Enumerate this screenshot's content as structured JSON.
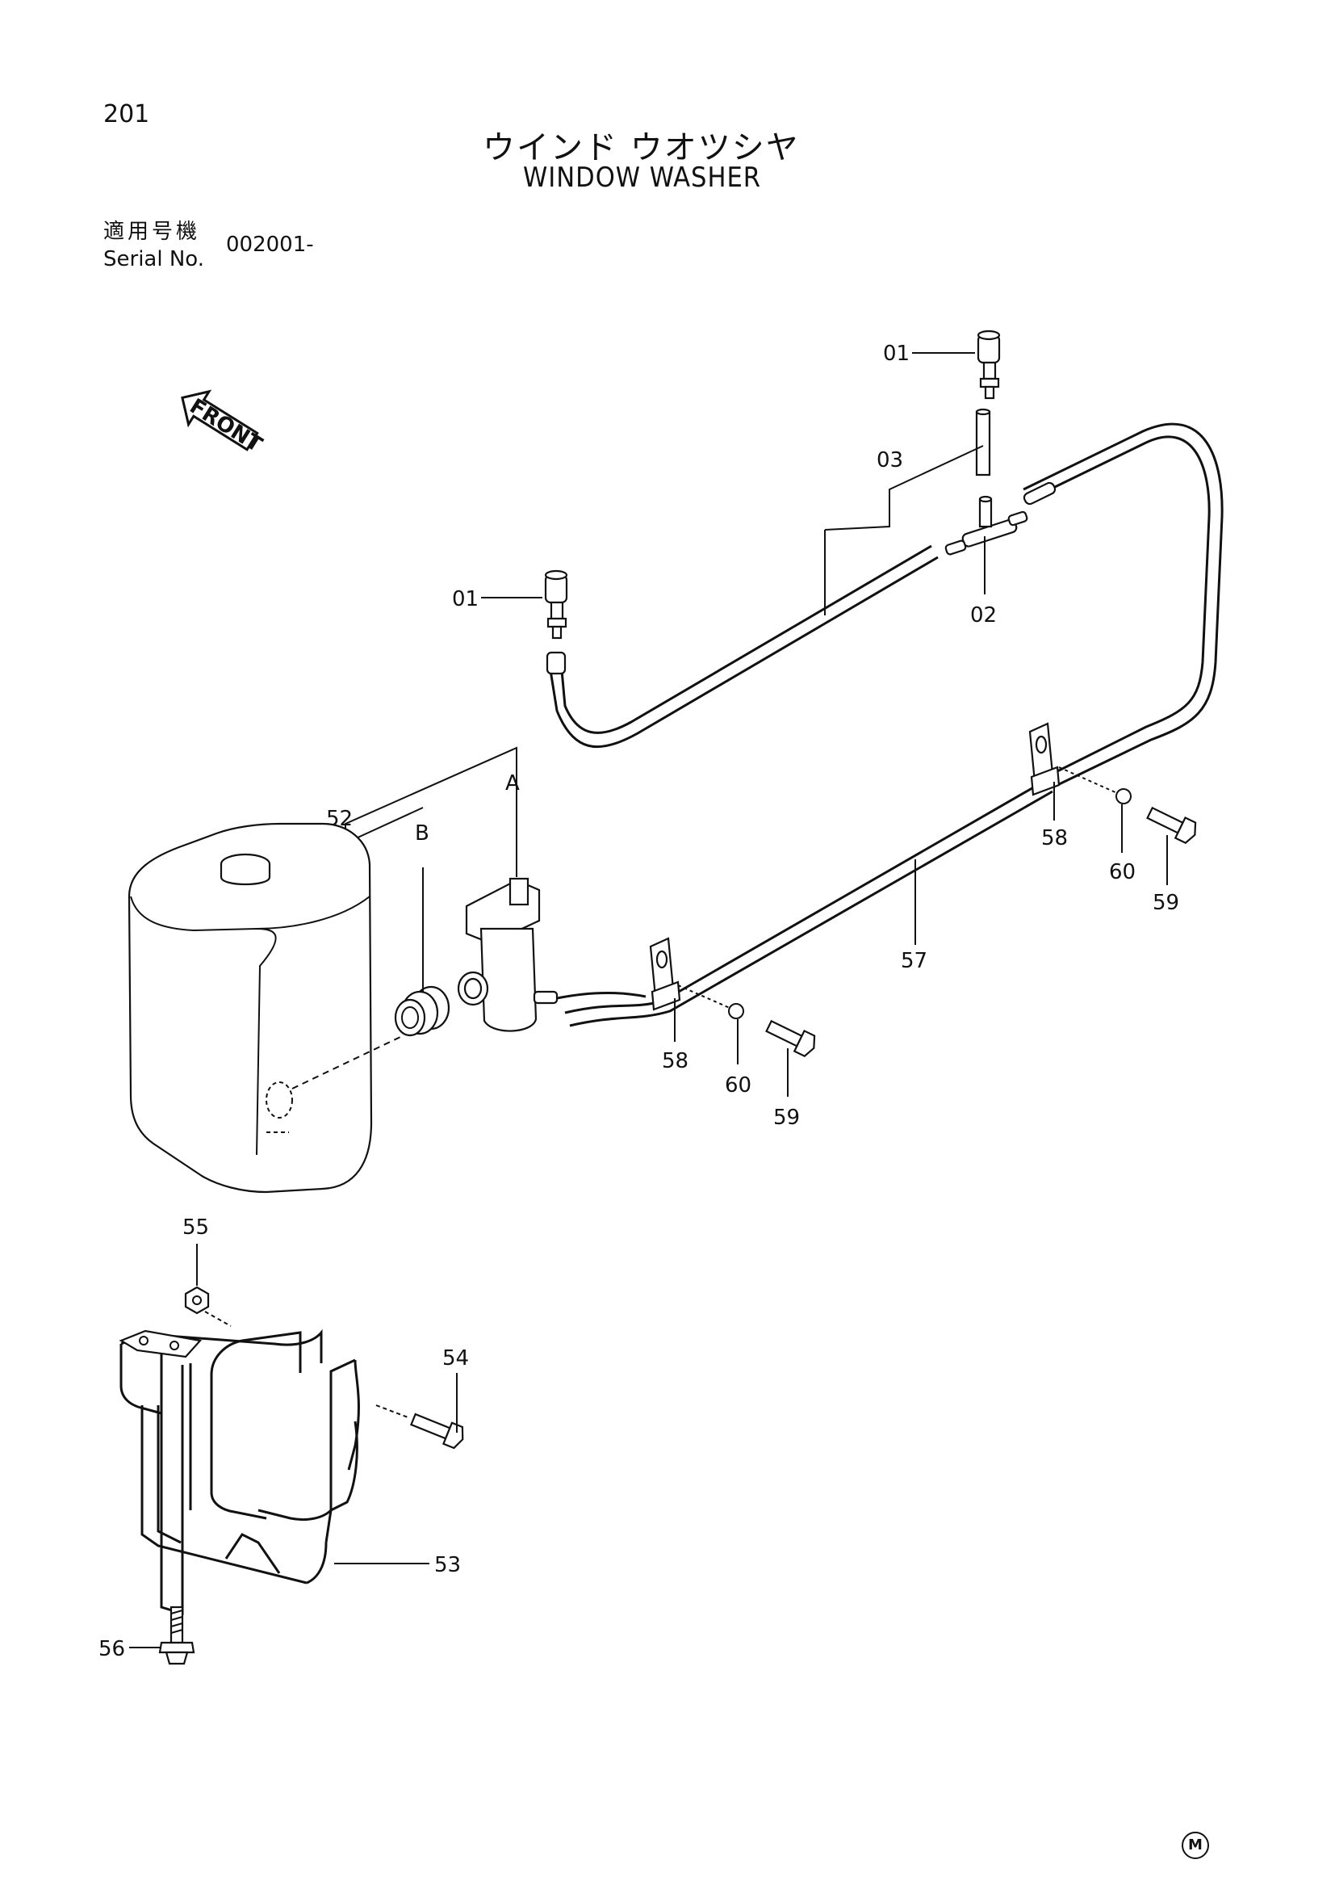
{
  "header": {
    "page_number": "201",
    "title_jp": "ウインド ウオツシヤ",
    "title_en": "WINDOW WASHER",
    "serial_label_jp": "適用号機",
    "serial_label_en": "Serial No.",
    "serial_value": "002001-"
  },
  "callouts": {
    "p01": "01",
    "p02": "02",
    "p03": "03",
    "p52": "52",
    "p53": "53",
    "p54": "54",
    "p55": "55",
    "p56": "56",
    "p57": "57",
    "p58": "58",
    "p59": "59",
    "p60": "60",
    "ref_a": "A",
    "ref_b": "B"
  },
  "front_arrow_label": "FRONT",
  "footer_mark": "M"
}
